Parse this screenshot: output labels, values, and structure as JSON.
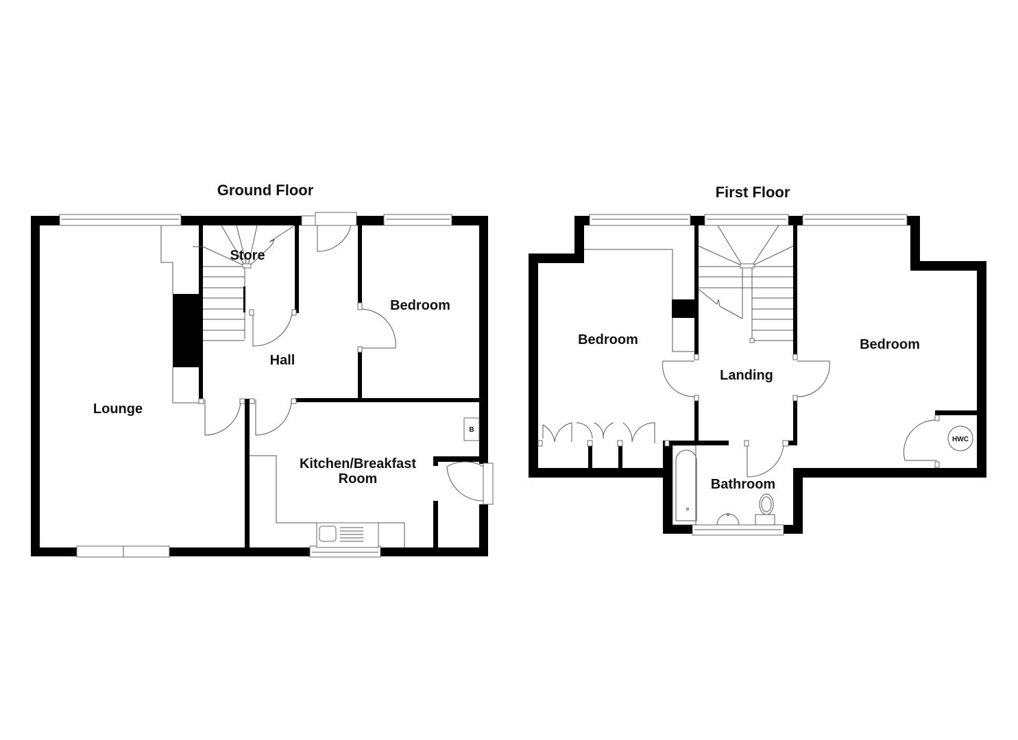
{
  "floors": [
    {
      "title": "Ground Floor",
      "rooms": {
        "store": "Store",
        "bedroom": "Bedroom",
        "hall": "Hall",
        "lounge": "Lounge",
        "kitchen_line1": "Kitchen/Breakfast",
        "kitchen_line2": "Room",
        "boiler": "B"
      }
    },
    {
      "title": "First Floor",
      "rooms": {
        "bedroom_left": "Bedroom",
        "bedroom_right": "Bedroom",
        "landing": "Landing",
        "bathroom": "Bathroom",
        "hwc": "HWC"
      }
    }
  ]
}
